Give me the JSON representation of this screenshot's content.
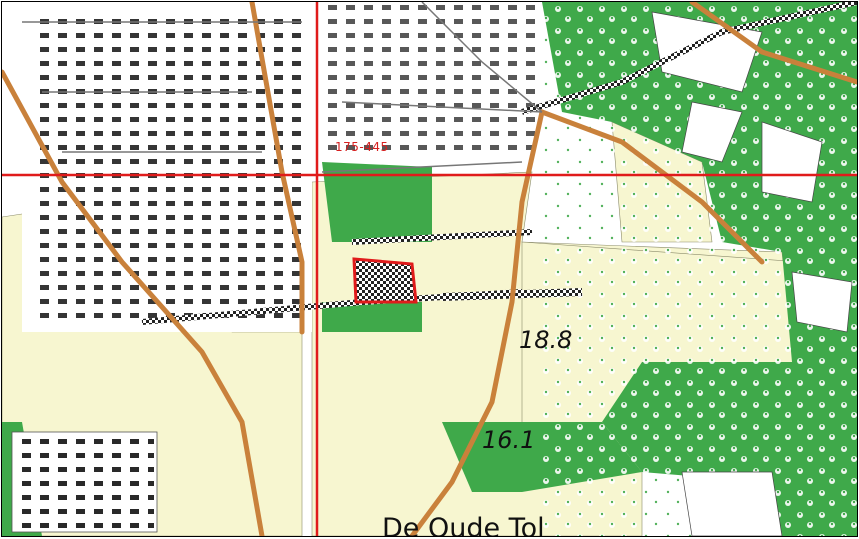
{
  "map": {
    "grid_reference_label": "175-445",
    "elevation_labels": [
      "18.8",
      "16.1"
    ],
    "place_name": "De Oude Tol"
  },
  "colors": {
    "forest_green": "#3fa94a",
    "field_yellow": "#f7f6d0",
    "grid_red": "#e01b1b",
    "road_brown": "#c9813b",
    "building_black": "#111111",
    "outline_gray": "#6a6a6a"
  }
}
